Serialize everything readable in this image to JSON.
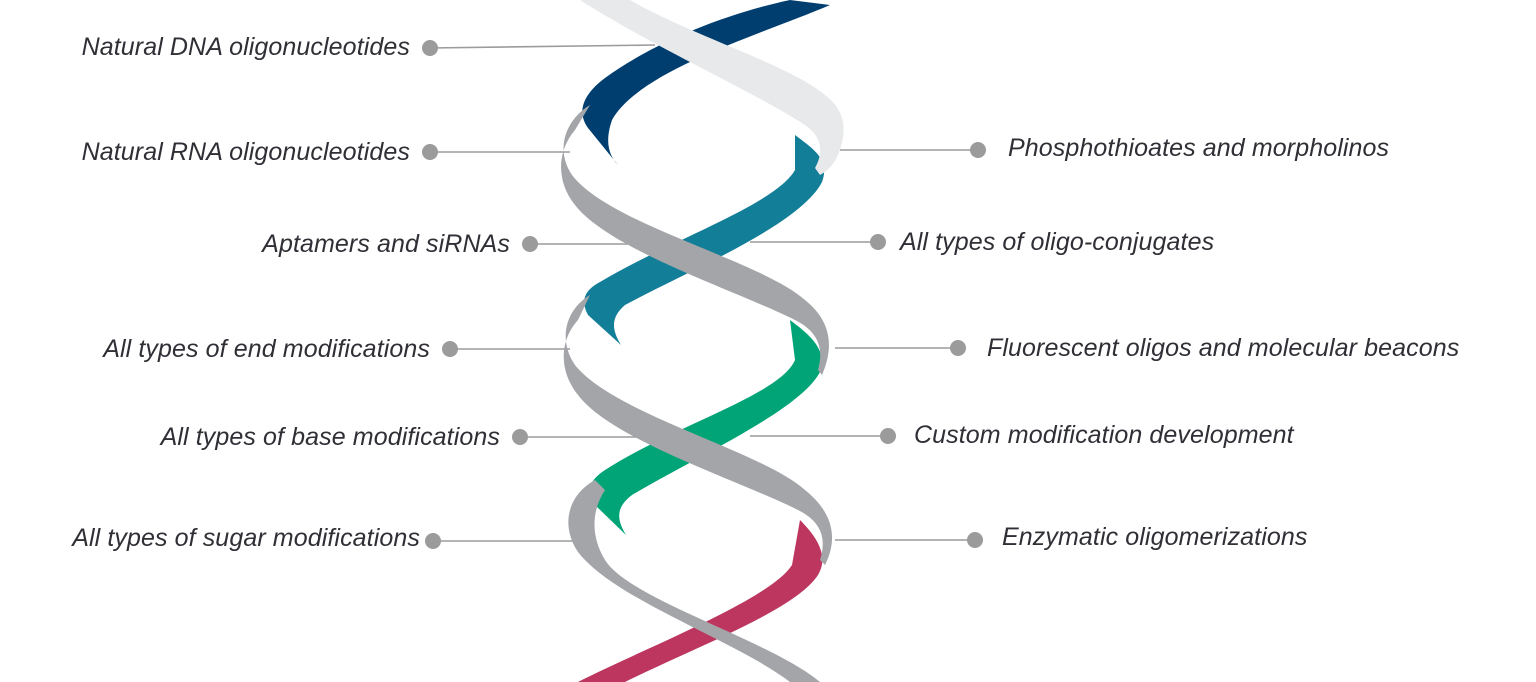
{
  "colors": {
    "navy": "#003E70",
    "teal": "#137E98",
    "green": "#00A477",
    "crimson": "#BC3660",
    "gray_strand": "#A3A5A8",
    "light_strand": "#E8E9EB",
    "connector": "#9B9B9B",
    "text": "#2F2F36"
  },
  "labels_left": [
    {
      "id": "dna",
      "text": "Natural DNA oligonucleotides"
    },
    {
      "id": "rna",
      "text": "Natural RNA oligonucleotides"
    },
    {
      "id": "aptamers",
      "text": "Aptamers and siRNAs"
    },
    {
      "id": "end-mod",
      "text": "All types of end modifications"
    },
    {
      "id": "base-mod",
      "text": "All types of base modifications"
    },
    {
      "id": "sugar-mod",
      "text": "All types of sugar modifications"
    }
  ],
  "labels_right": [
    {
      "id": "phospho",
      "text": "Phosphothioates and morpholinos"
    },
    {
      "id": "conjugates",
      "text": "All types of oligo-conjugates"
    },
    {
      "id": "fluorescent",
      "text": "Fluorescent oligos and molecular beacons"
    },
    {
      "id": "custom",
      "text": "Custom modification development"
    },
    {
      "id": "enzymatic",
      "text": "Enzymatic oligomerizations"
    }
  ]
}
